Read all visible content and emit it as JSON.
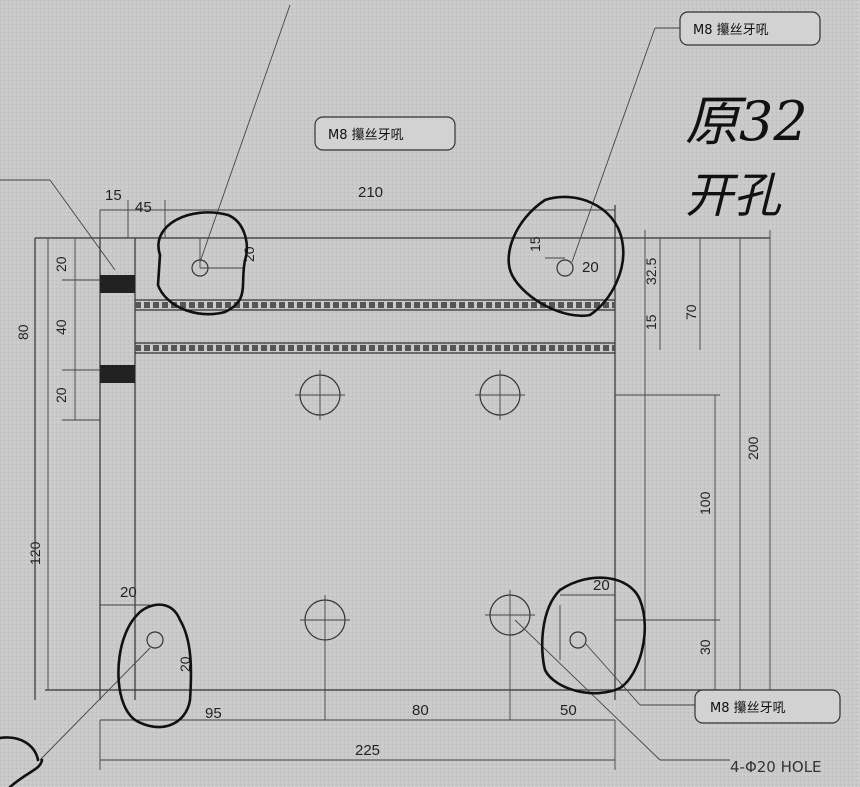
{
  "callouts": {
    "m8_center": "M8 攥丝牙吼",
    "m8_top_right": "M8 攥丝牙吼",
    "m8_bottom_right": "M8 攥丝牙吼",
    "holes": "4-Φ20 HOLE"
  },
  "handwriting": {
    "line1": "原32",
    "line2": "开孔"
  },
  "dimensions": {
    "top_15": "15",
    "top_45": "45",
    "top_210": "210",
    "left_20_top": "20",
    "left_40": "40",
    "left_20_bottom": "20",
    "left_80": "80",
    "left_120": "120",
    "hole_tl_20": "20",
    "hole_tr_15": "15",
    "hole_tr_20": "20",
    "right_32_5": "32.5",
    "right_15": "15",
    "right_70": "70",
    "right_200": "200",
    "right_100": "100",
    "right_30": "30",
    "bl_20_h": "20",
    "bl_20_v": "20",
    "br_20": "20",
    "bottom_95": "95",
    "bottom_80": "80",
    "bottom_50": "50",
    "bottom_225": "225"
  }
}
